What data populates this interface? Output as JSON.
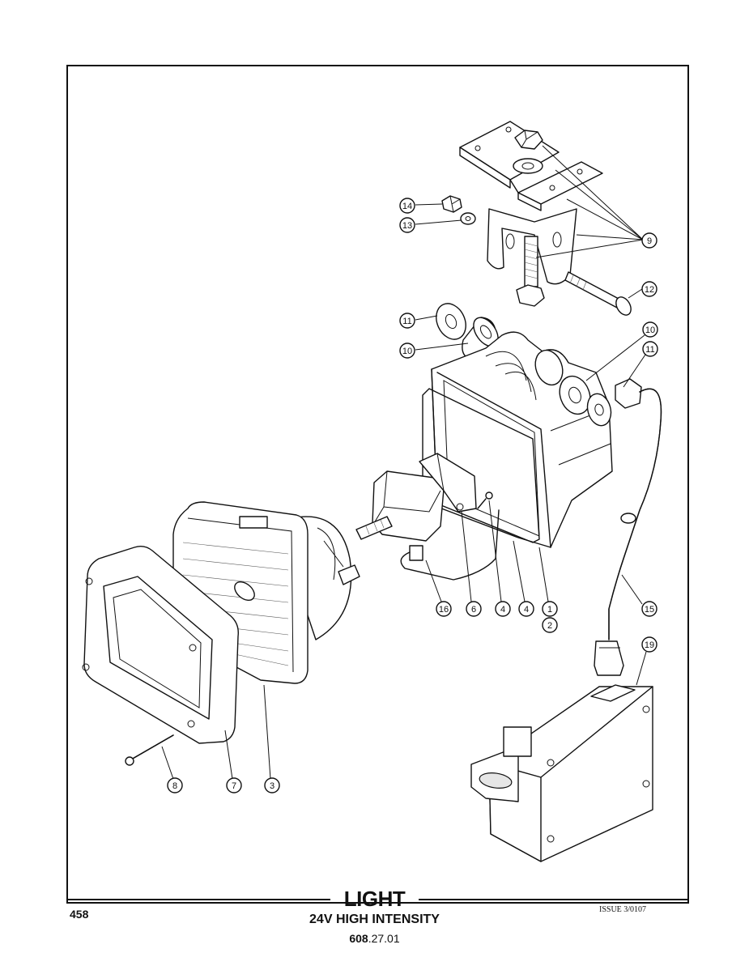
{
  "footer": {
    "page_number": "458",
    "title": "LIGHT",
    "subtitle": "24V HIGH INTENSITY",
    "part_prefix": "608",
    "part_suffix": ".27.01",
    "issue": "ISSUE 3/0107"
  },
  "callouts": [
    "14",
    "13",
    "9",
    "12",
    "11",
    "10",
    "10",
    "11",
    "16",
    "6",
    "4",
    "4",
    "1",
    "2",
    "15",
    "19",
    "8",
    "7",
    "3"
  ]
}
